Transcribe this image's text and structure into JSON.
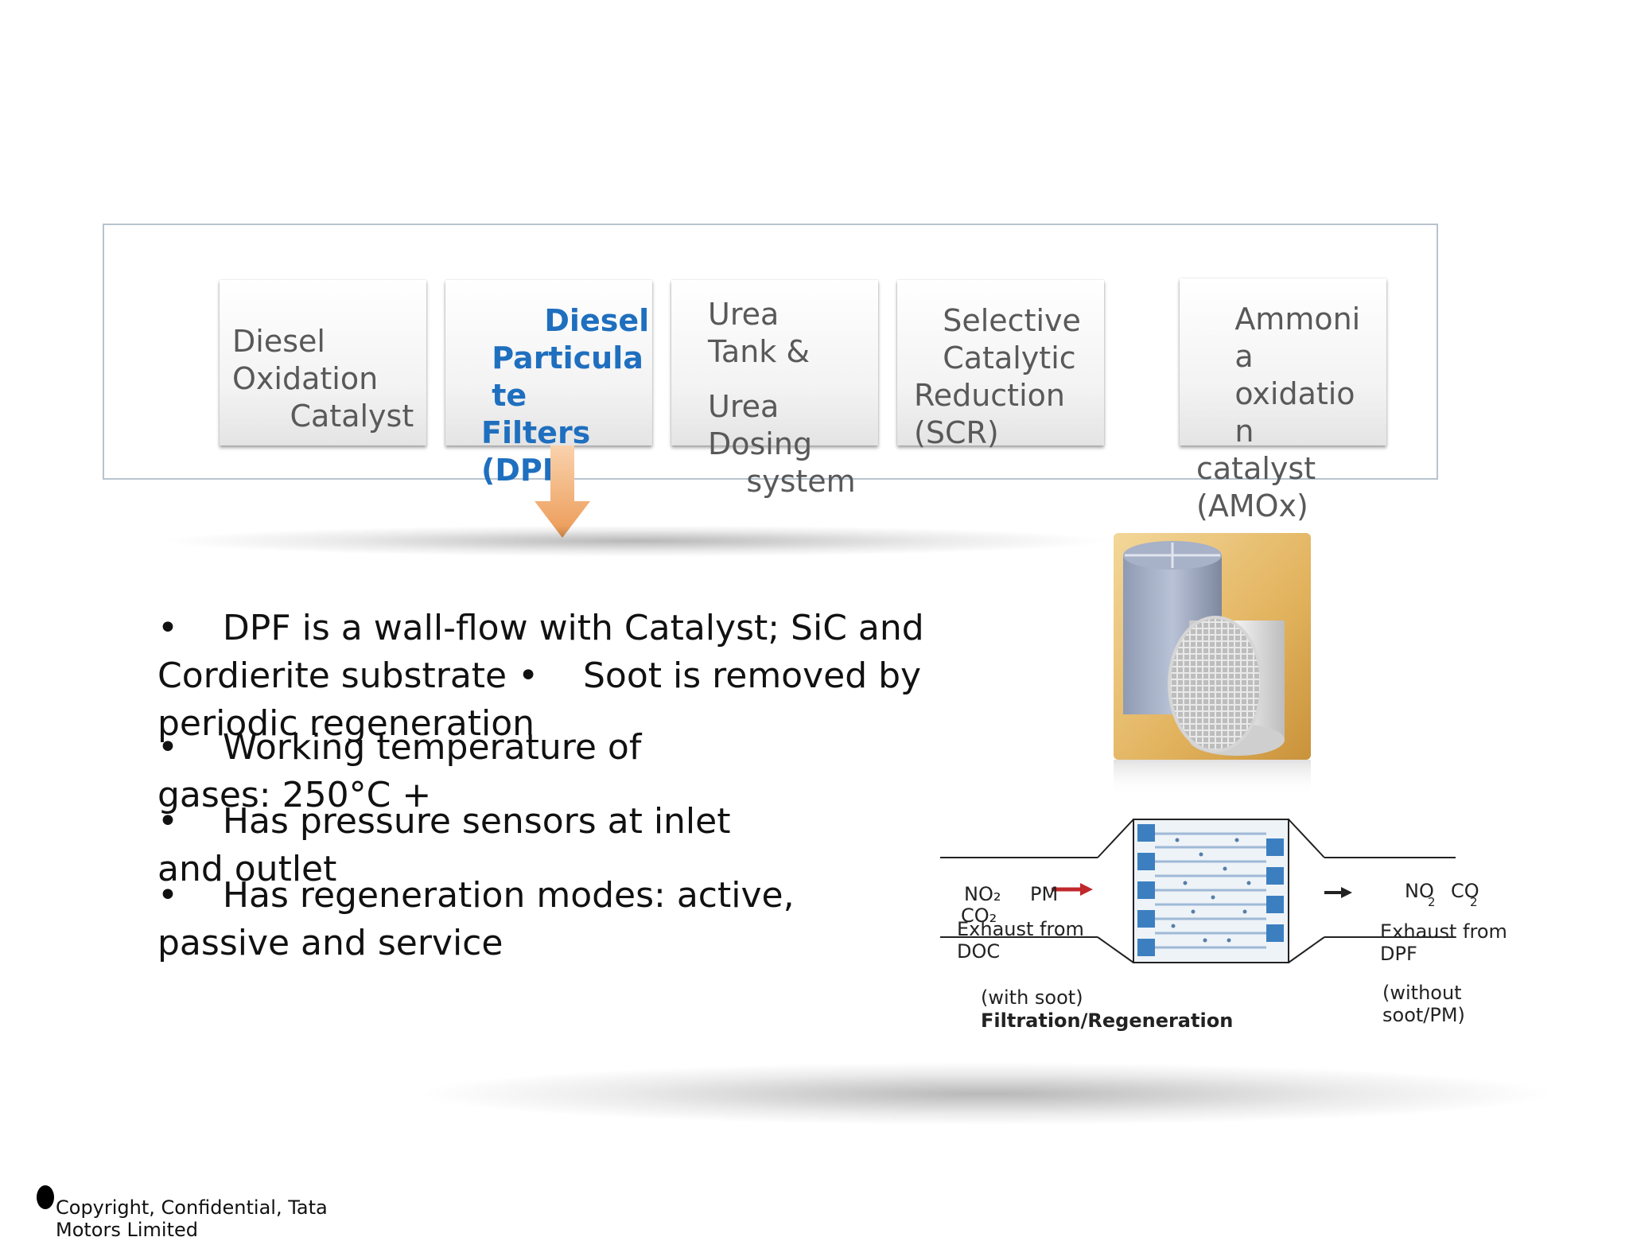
{
  "process_boxes": [
    {
      "lines": [
        "Diesel",
        "Oxidation",
        "      Catalyst"
      ],
      "highlighted": false
    },
    {
      "lines": [
        "      Diesel",
        " Particula",
        " te",
        "Filters",
        "(DPF)"
      ],
      "highlighted": true
    },
    {
      "lines": [
        "Urea",
        "Tank &",
        "",
        "Urea",
        "Dosing",
        "    system"
      ],
      "highlighted": false
    },
    {
      "lines": [
        "   Selective",
        "   Catalytic",
        "Reduction",
        "(SCR)"
      ],
      "highlighted": false
    },
    {
      "lines": [
        "    Ammoni",
        "    a",
        "    oxidatio",
        "    n",
        "catalyst",
        "(AMOx)"
      ],
      "highlighted": false
    }
  ],
  "bullets": [
    "•    DPF is a wall-flow with Catalyst; SiC and",
    "Cordierite substrate •    Soot is removed by",
    "periodic regeneration",
    "•    Working temperature of",
    "gases: 250°C +",
    "•    Has pressure sensors at inlet",
    "and outlet",
    "•    Has regeneration modes: active,",
    "passive and service"
  ],
  "diagram": {
    "inlet": {
      "gas_no2": "NO₂",
      "gas_pm": "PM",
      "gas_co2": "CO₂",
      "label": "Exhaust from\nDOC",
      "note": "(with soot)"
    },
    "outlet": {
      "gas_no": "NO",
      "sub_no": "2",
      "gas_co": "CO",
      "sub_co": "2",
      "label": "Exhaust from\nDPF",
      "note": "(without\nsoot/PM)"
    },
    "caption": "Filtration/Regeneration",
    "colors": {
      "arrow_red": "#c0282c",
      "channel_blue": "#3c7fc0",
      "accent_orange": "#f0a463"
    }
  },
  "footer": {
    "text": "Copyright, Confidential, Tata\nMotors Limited"
  },
  "colors": {
    "highlight_blue": "#1f6fbf",
    "box_text": "#595959",
    "frame": "#b9c3cf"
  }
}
